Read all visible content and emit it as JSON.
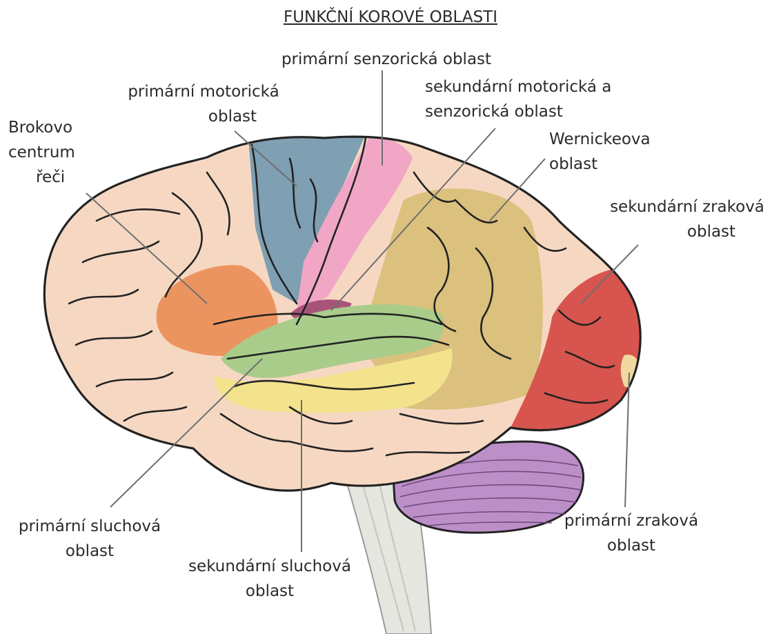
{
  "title": "FUNKČNÍ KOROVÉ OBLASTI",
  "labels": {
    "primary_sensory": "primární senzorická oblast",
    "primary_motor": [
      "primární motorická",
      "oblast"
    ],
    "secondary_motor_sensory": [
      "sekundární motorická a",
      "senzorická oblast"
    ],
    "broca": [
      "Brokovo",
      "centrum",
      "řeči"
    ],
    "wernicke": [
      "Wernickeova",
      "oblast"
    ],
    "secondary_visual": [
      "sekundární zraková",
      "oblast"
    ],
    "primary_auditory": [
      "primární sluchová",
      "oblast"
    ],
    "secondary_auditory": [
      "sekundární sluchová",
      "oblast"
    ],
    "primary_visual": [
      "primární zraková",
      "oblast"
    ]
  },
  "region_colors": {
    "cortex": "#f6d8c2",
    "primary_motor": "#7f9fb2",
    "primary_sensory": "#f2a6c6",
    "secondary_motor_sensory": "#a8547a",
    "broca": "#ec9460",
    "wernicke": "#dcc07e",
    "secondary_visual": "#d7554e",
    "primary_visual": "#f0d8a0",
    "primary_auditory": "#a9cc8a",
    "secondary_auditory": "#f2e38c",
    "cerebellum": "#bd8fc9",
    "brainstem": "#e6e6e0",
    "outline": "#222222",
    "leader": "#6e6e6e"
  }
}
